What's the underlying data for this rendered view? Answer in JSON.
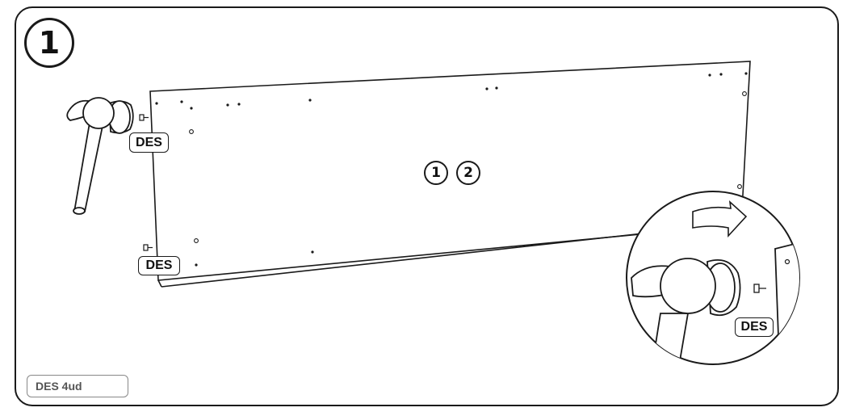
{
  "step": {
    "number": "1"
  },
  "labels": {
    "des_top": "DES",
    "des_bottom": "DES",
    "des_detail": "DES"
  },
  "part_numbers": [
    "1",
    "2"
  ],
  "quantity": {
    "text": "DES 4ud"
  },
  "colors": {
    "line": "#1a1a1a",
    "muted": "#888888",
    "background": "#ffffff"
  }
}
